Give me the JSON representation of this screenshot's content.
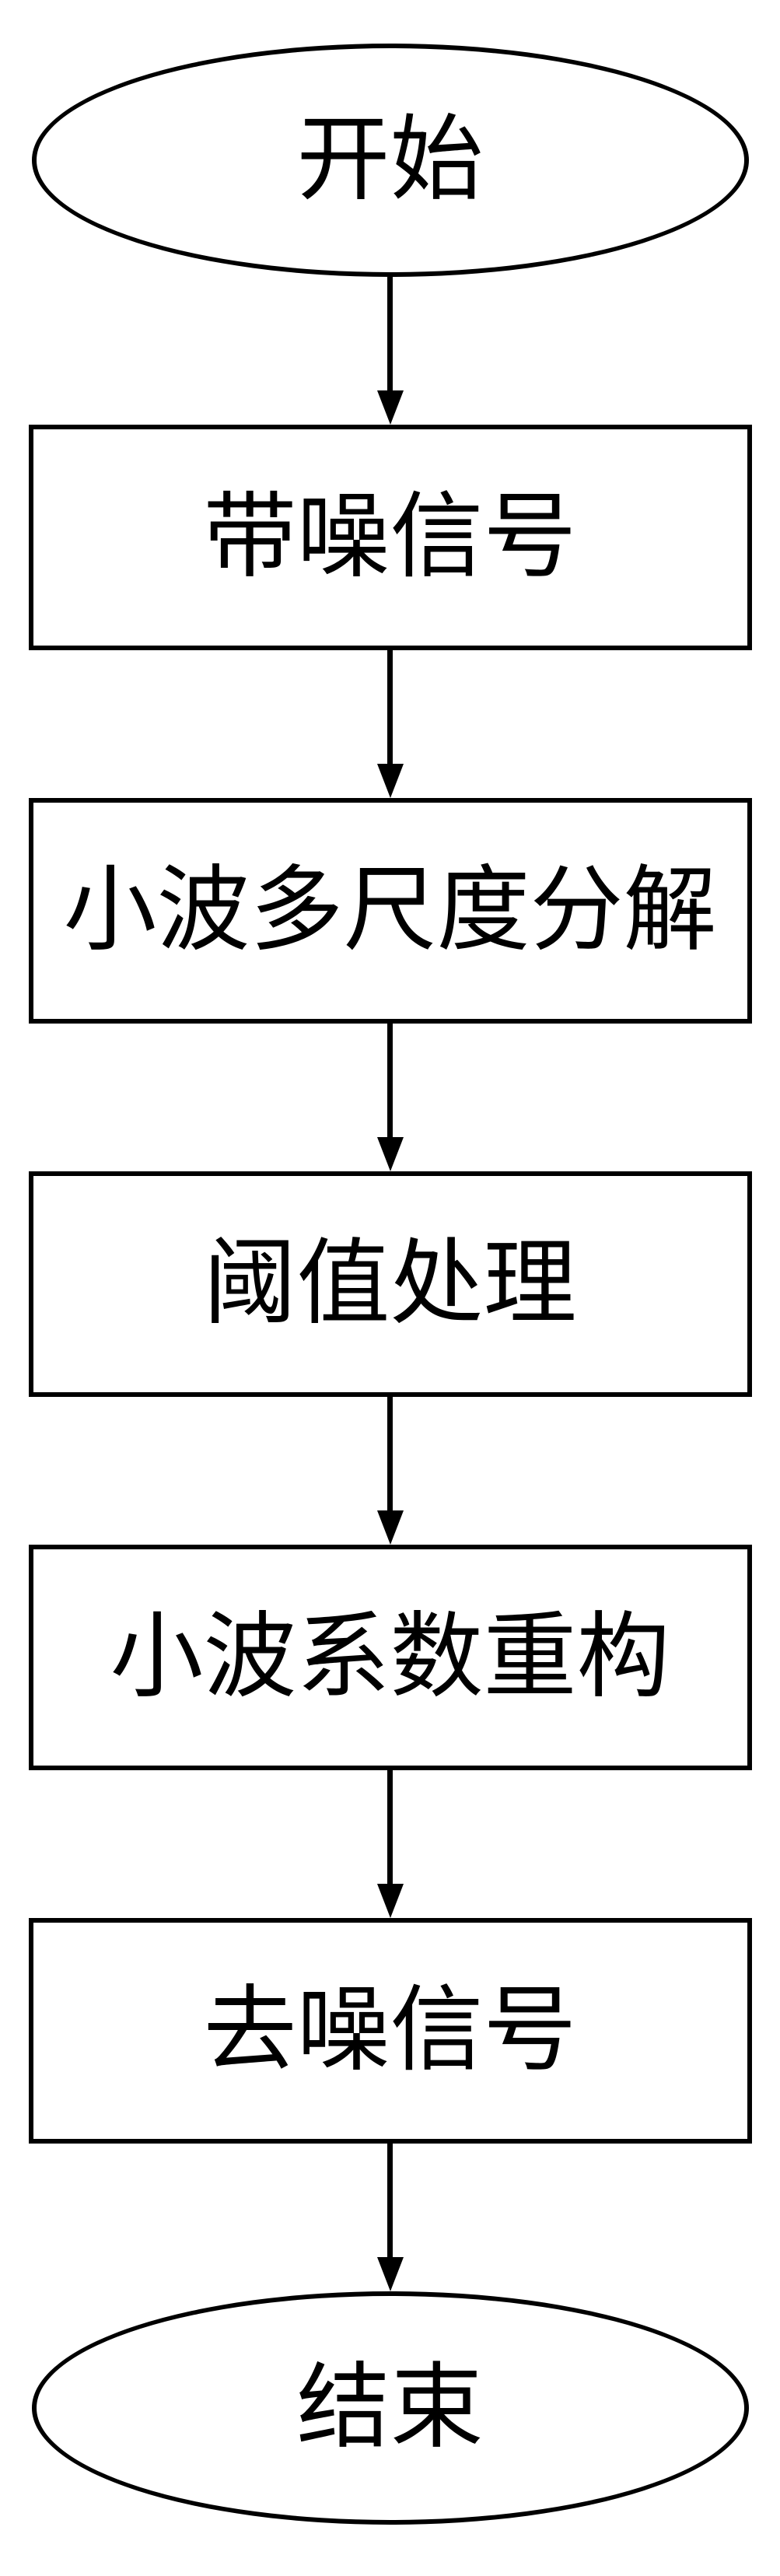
{
  "diagram": {
    "title": "wavelet-denoising-flowchart",
    "colors": {
      "stroke": "#000000",
      "fill": "#ffffff",
      "text": "#000000"
    },
    "nodes": [
      {
        "id": "start",
        "shape": "ellipse",
        "label": "开始"
      },
      {
        "id": "noisy-signal",
        "shape": "rect",
        "label": "带噪信号"
      },
      {
        "id": "wavelet-multiscale-decomposition",
        "shape": "rect",
        "label": "小波多尺度分解"
      },
      {
        "id": "threshold-processing",
        "shape": "rect",
        "label": "阈值处理"
      },
      {
        "id": "wavelet-coefficient-reconstruction",
        "shape": "rect",
        "label": "小波系数重构"
      },
      {
        "id": "denoised-signal",
        "shape": "rect",
        "label": "去噪信号"
      },
      {
        "id": "end",
        "shape": "ellipse",
        "label": "结束"
      }
    ],
    "edges": [
      {
        "from": "start",
        "to": "noisy-signal"
      },
      {
        "from": "noisy-signal",
        "to": "wavelet-multiscale-decomposition"
      },
      {
        "from": "wavelet-multiscale-decomposition",
        "to": "threshold-processing"
      },
      {
        "from": "threshold-processing",
        "to": "wavelet-coefficient-reconstruction"
      },
      {
        "from": "wavelet-coefficient-reconstruction",
        "to": "denoised-signal"
      },
      {
        "from": "denoised-signal",
        "to": "end"
      }
    ]
  }
}
